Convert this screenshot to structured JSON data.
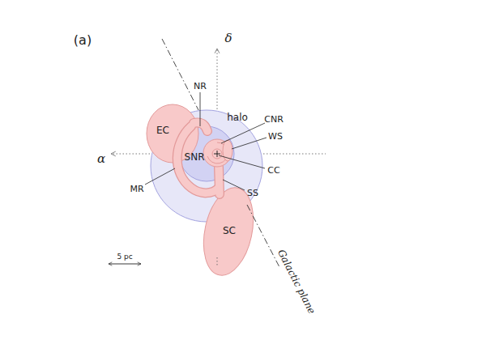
{
  "diagram": {
    "nodes": [
      {
        "text": [
          "halo"
        ]
      },
      {
        "text": [
          "SNR"
        ],
        "in": 0
      },
      {
        "text": [
          "EC"
        ]
      },
      {
        "text": [
          "SC"
        ]
      }
    ],
    "labels": [
      "(a)",
      "δ",
      "α",
      "NR",
      "CNR",
      "WS",
      "CC",
      "MR",
      "SS",
      "5 pc",
      "Galactic plane"
    ]
  }
}
